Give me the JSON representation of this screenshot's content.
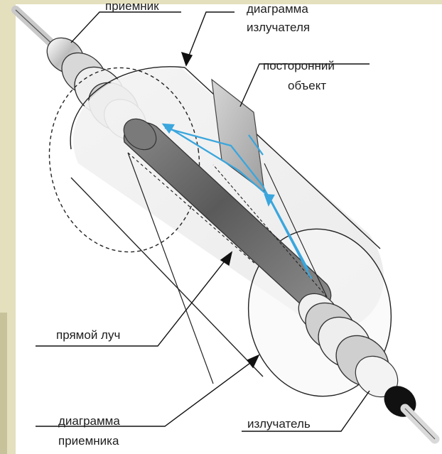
{
  "labels": {
    "receiver": "приемник",
    "emitter_pattern_line1": "диаграмма",
    "emitter_pattern_line2": "излучателя",
    "foreign_object_line1": "посторонний",
    "foreign_object_line2": "объект",
    "direct_beam": "прямой луч",
    "receiver_pattern_line1": "диаграмма",
    "receiver_pattern_line2": "приемника",
    "emitter": "излучатель"
  },
  "colors": {
    "beam_reflected": "#3aa6dd",
    "direct_beam": "#6f6f6f",
    "side_bar": "#e4dfbd"
  }
}
